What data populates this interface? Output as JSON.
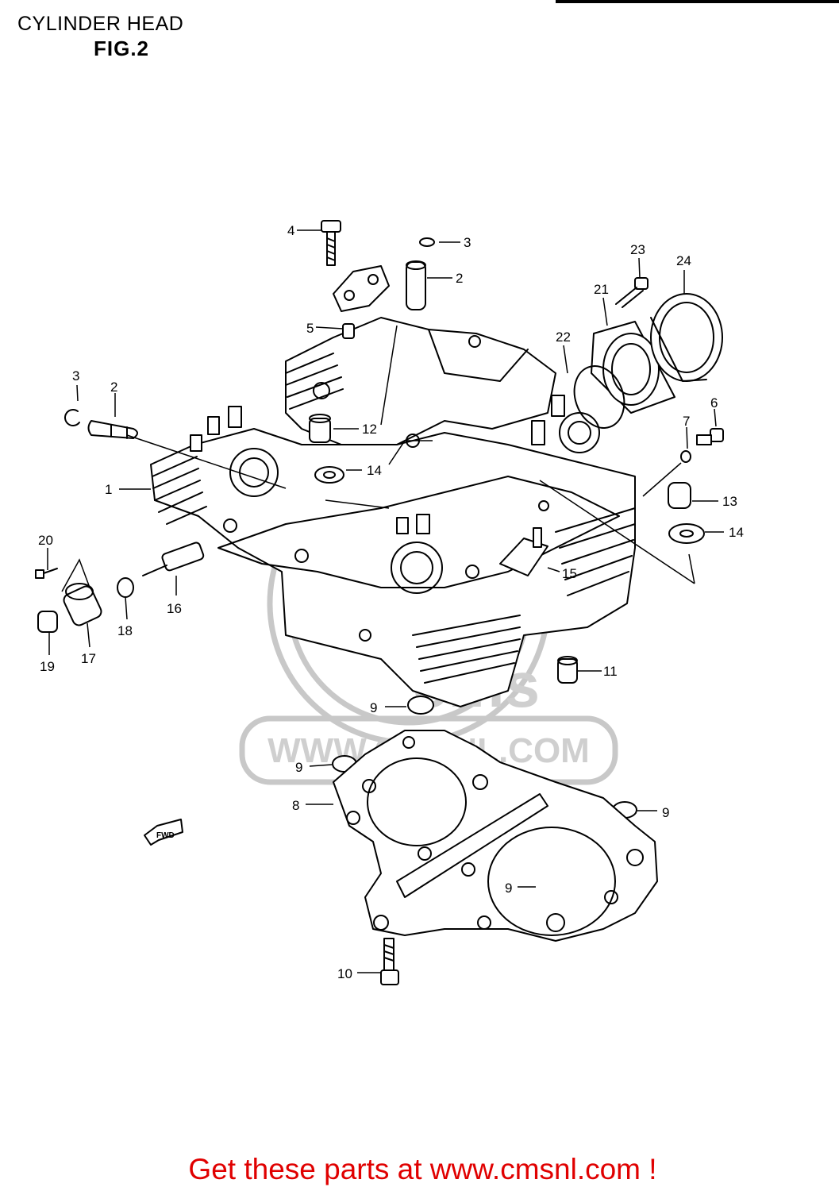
{
  "header": {
    "title": "CYLINDER HEAD",
    "figure": "FIG.2"
  },
  "watermark": {
    "url_text": "WWW.CMSNL.COM",
    "logo_text": "cms"
  },
  "fwd_marker": "FWD",
  "footer": {
    "text": "Get these parts at www.cmsnl.com !",
    "color": "#e00000"
  },
  "callouts": [
    "4",
    "3",
    "2",
    "23",
    "24",
    "21",
    "5",
    "22",
    "3",
    "2",
    "12",
    "6",
    "7",
    "14",
    "1",
    "13",
    "14",
    "20",
    "15",
    "16",
    "18",
    "19",
    "17",
    "11",
    "9",
    "9",
    "8",
    "9",
    "9",
    "10"
  ]
}
